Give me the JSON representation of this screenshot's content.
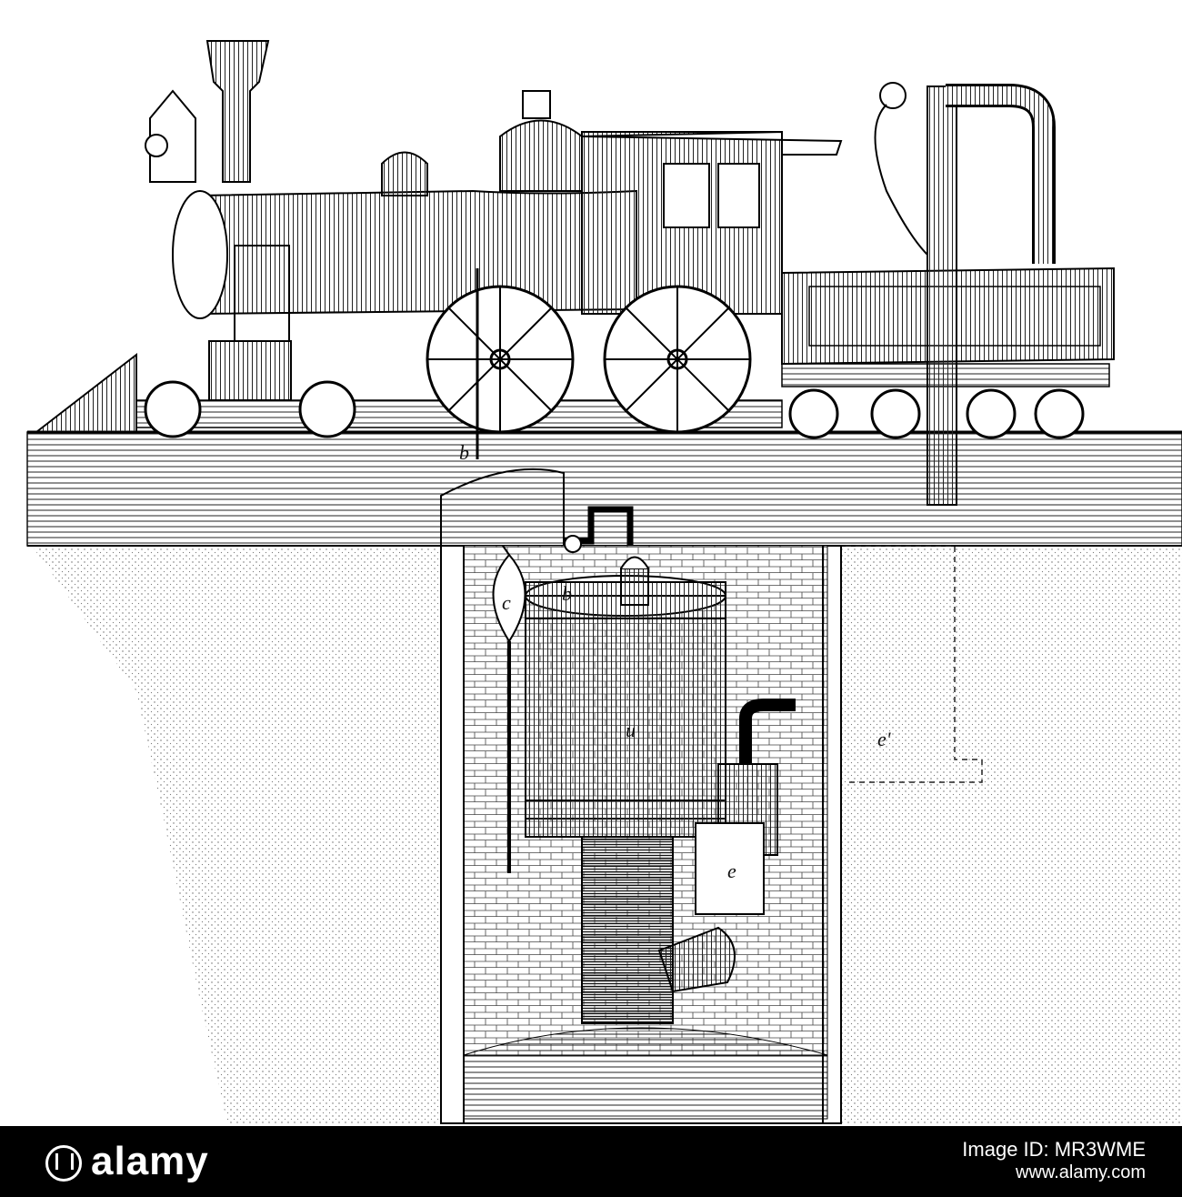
{
  "labels": {
    "b_top": "b",
    "c": "c",
    "b_pipe": "b",
    "u": "u",
    "e": "e",
    "e_prime": "e'"
  },
  "watermark": {
    "brand": "alamy",
    "image_id": "Image ID: MR3WME",
    "site": "www.alamy.com"
  }
}
